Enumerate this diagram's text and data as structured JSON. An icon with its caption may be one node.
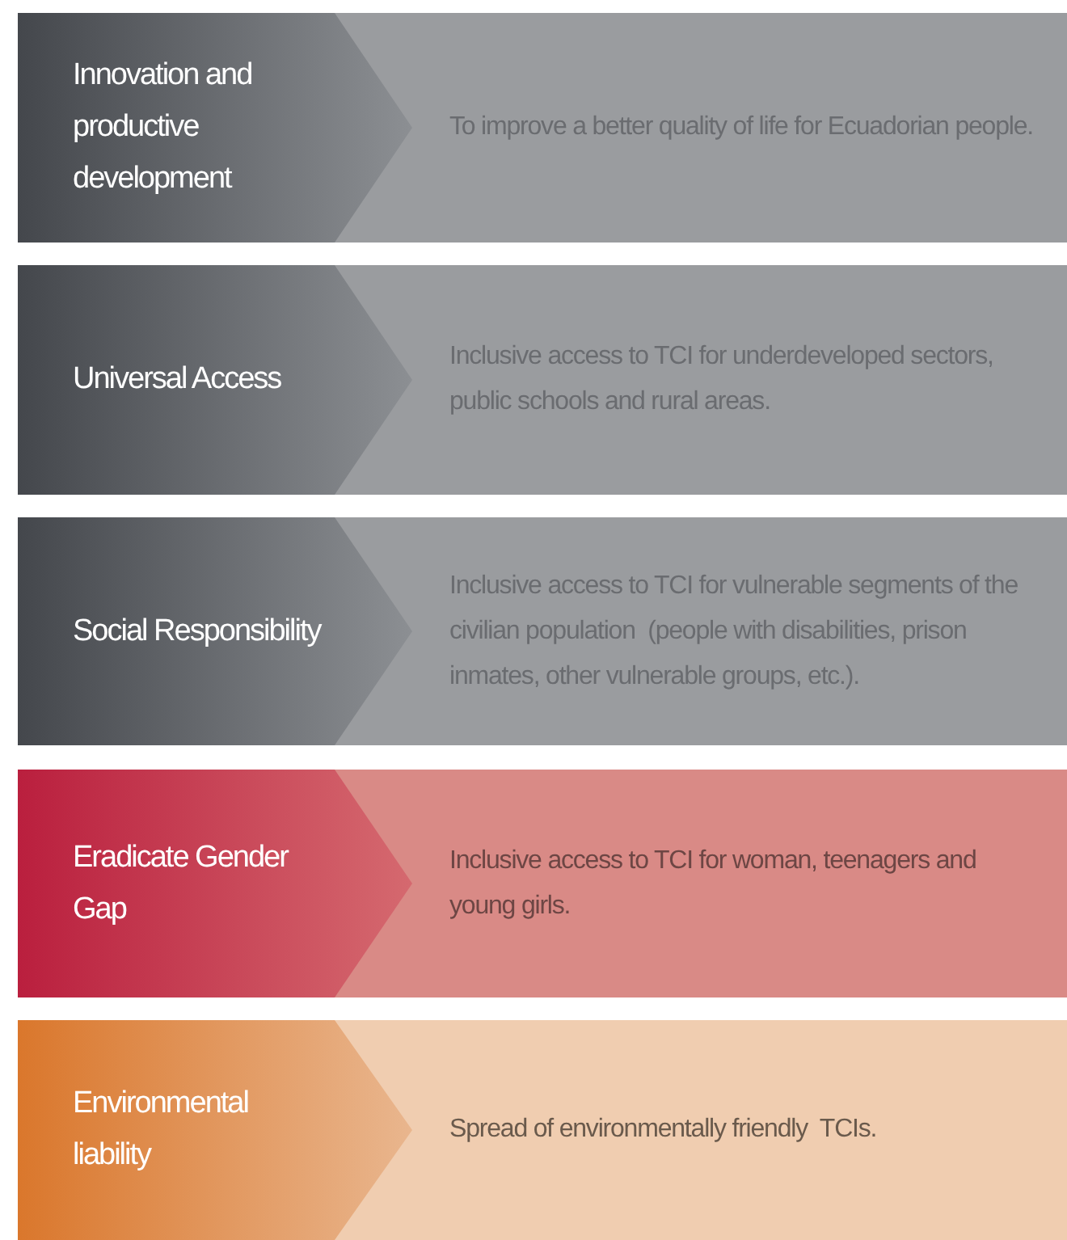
{
  "diagram": {
    "nodes": [
      {
        "text": [
          "Innovation and productive development"
        ]
      },
      {
        "text": [
          "To improve a better quality of life for Ecuadorian people."
        ]
      },
      {
        "text": [
          "Universal Access"
        ]
      },
      {
        "text": [
          "Inclusive access to TCI for underdeveloped sectors, public schools and rural areas."
        ]
      },
      {
        "text": [
          "Social Responsibility"
        ]
      },
      {
        "text": [
          "Inclusive access to TCI for vulnerable segments of the civilian population  (people with disabilities, prison inmates, other vulnerable groups, etc.)."
        ]
      },
      {
        "text": [
          "Eradicate Gender Gap"
        ]
      },
      {
        "text": [
          "Inclusive access to TCI for woman, teenagers and young girls."
        ]
      },
      {
        "text": [
          "Environmental liability"
        ]
      },
      {
        "text": [
          "Spread of environmentally friendly  TCIs."
        ]
      }
    ]
  }
}
